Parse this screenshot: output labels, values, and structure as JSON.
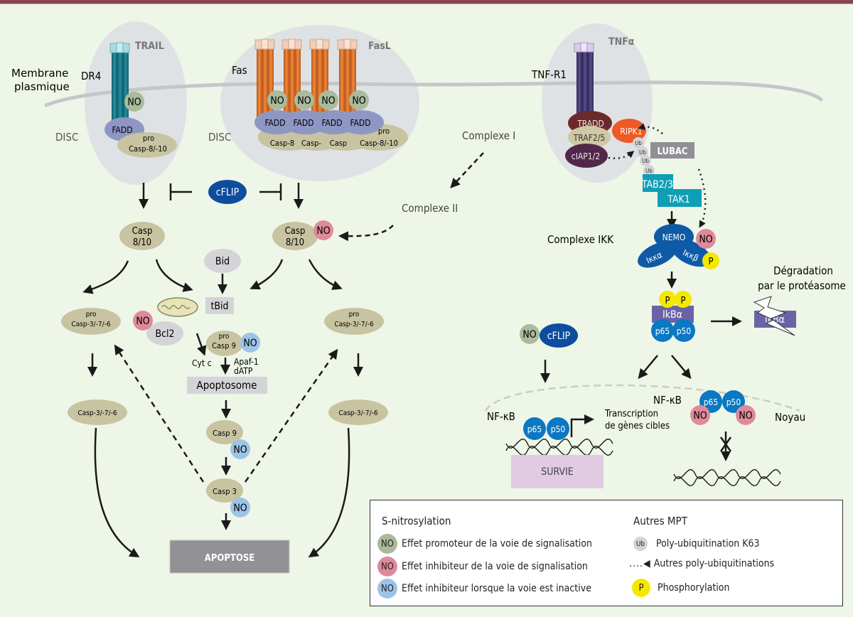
{
  "colors": {
    "background": "#eef6e8",
    "topbar": "#8a4452",
    "no_promoter": "#a9bb9b",
    "no_inhibitor": "#df8a9c",
    "no_inactive": "#9dc4e8",
    "caspase": "#c8c3a0",
    "fadd": "#8e97c4",
    "cflip": "#0e4c9e",
    "nfkb": "#0a78c2",
    "phospho": "#f5e800",
    "ubiquitin": "#d4d4d4",
    "apoptose_box": "#929296",
    "survie_box": "#e0cbe3",
    "tak": "#0e9fb5",
    "lubac": "#8f8f94",
    "disc_oval": "#dfe2e4"
  },
  "membrane": {
    "label_line1": "Membrane",
    "label_line2": "plasmique"
  },
  "trail": {
    "ligand": "TRAIL",
    "receptor": "DR4",
    "no": "NO",
    "fadd": "FADD",
    "procasp_line1": "pro",
    "procasp_line2": "Casp-8/-10",
    "disc": "DISC"
  },
  "fas": {
    "ligand": "FasL",
    "receptor": "Fas",
    "no": [
      "NO",
      "NO",
      "NO",
      "NO"
    ],
    "fadd": [
      "FADD",
      "FADD",
      "FADD",
      "FADD"
    ],
    "procasp": [
      "Casp-8",
      "Casp-",
      "Casp",
      "Casp-8/-10"
    ],
    "pro": "pro",
    "disc": "DISC"
  },
  "tnf": {
    "ligand": "TNFα",
    "receptor": "TNF-R1",
    "tradd": "TRADD",
    "traf": "TRAF2/5",
    "ciap": "cIAP1/2",
    "ripk1": "RIPK1",
    "ub": [
      "Ub",
      "Ub",
      "Ub",
      "Ub"
    ],
    "lubac": "LUBAC",
    "tab": "TAB2/3",
    "tak": "TAK1"
  },
  "complexes": {
    "c1": "Complexe I",
    "c2": "Complexe II",
    "ikk": "Complexe IKK"
  },
  "ikk": {
    "nemo": "NEMO",
    "ikka": "Iκκα",
    "ikkb": "Iκκβ",
    "no": "NO",
    "p": "P"
  },
  "ikb": {
    "label": "IkBα",
    "p": [
      "P",
      "P"
    ],
    "p65": "p65",
    "p50": "p50",
    "degradation_line1": "Dégradation",
    "degradation_line2": "par le protéasome",
    "degraded": "IkBα"
  },
  "left_pathway": {
    "cflip": "cFLIP",
    "casp810_left_line1": "Casp",
    "casp810_left_line2": "8/10",
    "casp810_right_line1": "Casp",
    "casp810_right_line2": "8/10",
    "casp810_right_no": "NO",
    "bid": "Bid",
    "tbid": "tBid",
    "bcl2": "Bcl2",
    "bcl2_no": "NO",
    "procasp9_line1": "pro",
    "procasp9_line2": "Casp 9",
    "procasp9_no": "NO",
    "cytc": "Cyt c",
    "apaf_line1": "Apaf-1",
    "apaf_line2": "dATP",
    "apoptosome": "Apoptosome",
    "casp9": "Casp 9",
    "casp9_no": "NO",
    "casp3": "Casp 3",
    "casp3_no": "NO",
    "procasp376_left_line1": "pro",
    "procasp376_left_line2": "Casp-3/-7/-6",
    "procasp376_right_line1": "pro",
    "procasp376_right_line2": "Casp-3/-7/-6",
    "casp376_left": "Casp-3/-7/-6",
    "casp376_right": "Casp-3/-7/-6",
    "apoptose": "APOPTOSE"
  },
  "nucleus": {
    "cflip_no": "NO",
    "cflip": "cFLIP",
    "nfkb_left": "NF-κB",
    "nfkb_right": "NF-κB",
    "p65": "p65",
    "p50": "p50",
    "p65_r": "p65",
    "p50_r": "p50",
    "no_r": [
      "NO",
      "NO"
    ],
    "transcription_line1": "Transcription",
    "transcription_line2": "de gènes cibles",
    "noyau": "Noyau",
    "survie": "SURVIE"
  },
  "legend": {
    "snitro_title": "S-nitrosylation",
    "autres_title": "Autres MPT",
    "items_left": [
      {
        "badge": "NO",
        "color": "#a9bb9b",
        "label": "Effet promoteur de la voie de signalisation"
      },
      {
        "badge": "NO",
        "color": "#df8a9c",
        "label": "Effet inhibiteur de la voie de signalisation"
      },
      {
        "badge": "NO",
        "color": "#9dc4e8",
        "label": "Effet inhibiteur lorsque la voie est inactive"
      }
    ],
    "items_right": [
      {
        "badge": "Ub",
        "label": "Poly-ubiquitination K63"
      },
      {
        "badge": "....◀",
        "label": "Autres poly-ubiquitinations"
      },
      {
        "badge": "P",
        "label": "Phosphorylation"
      }
    ]
  }
}
